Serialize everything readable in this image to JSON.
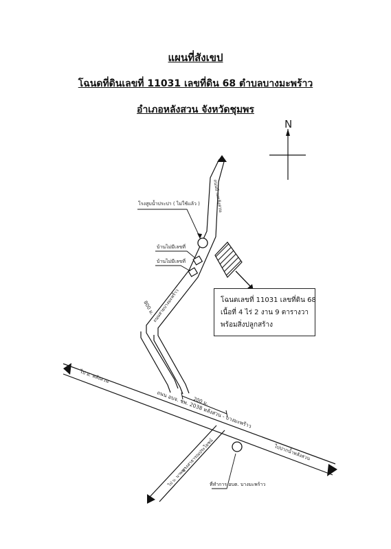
{
  "header": {
    "title": "แผนที่สังเขป",
    "subtitle": "โฉนดที่ดินเลขที่ 11031 เลขที่ดิน 68 ตำบลบางมะพร้าว",
    "location": "อำเภอหลังสวน จังหวัดชุมพร"
  },
  "compass": {
    "label": "N"
  },
  "landmarks": {
    "water_tower": "โรงสูบน้ำประปา ( ไม่ใช้แล้ว )",
    "house1": "บ้านไม่มีเลขที่",
    "house2": "บ้านไม่มีเลขที่",
    "sao": "ที่ทำการ อบต. บางมะพร้าว"
  },
  "roads": {
    "side_road": "ถนนบ้านหลังสวน",
    "distance_800": "800 ม.",
    "village_road": "ถนนสายบางมะพร้าว",
    "distance_200": "200 ม.",
    "main_road": "ถนน อบจ. ชพ. 2038 หลังสวน - บางมะพร้าว",
    "to_langsuan": "ไป อ. หลังสวน",
    "to_pakarn": "ไปปากน้ำหลังสวน",
    "branch_road": "ทางสาธารณประโยชน์",
    "to_village": "ไป บ. นาพญา"
  },
  "parcel_info": {
    "line1": "โฉนดเลขที่  11031  เลขที่ดิน  68",
    "line2": "เนื้อที่  4  ไร่  2  งาน   9  ตารางวา",
    "line3": "พร้อมสิ่งปลูกสร้าง"
  }
}
